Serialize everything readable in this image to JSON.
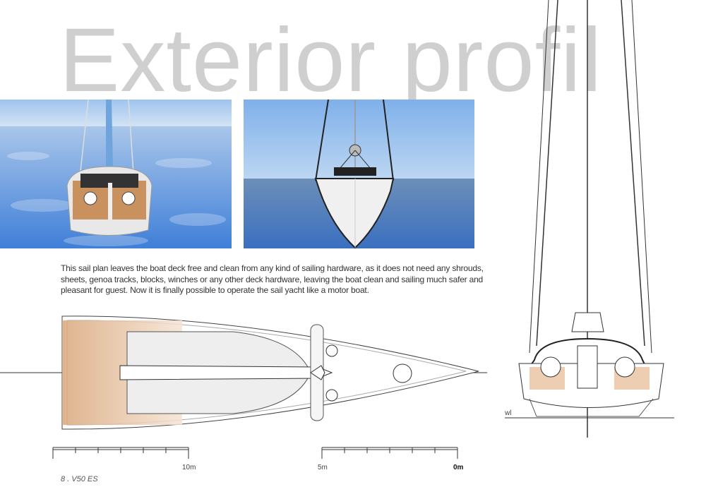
{
  "page": {
    "title": "Exterior profil",
    "description": "This sail plan leaves the boat deck free and clean from any kind of sailing hardware, as it does not need any shrouds, sheets, genoa tracks, blocks, winches or any other deck hardware, leaving the boat clean and sailing much safer and pleasant for guest. Now it is finally possible to operate the sail yacht like a motor boat.",
    "footer": "8 . V50 ES"
  },
  "drawings": {
    "waterline_label": "wl",
    "scale_left_label": "10m",
    "scale_right_start_label": "5m",
    "scale_right_end_label": "0m"
  },
  "colors": {
    "title": "#cfcfcf",
    "sky": "#a9c9ef",
    "sea": "#5b8fd6",
    "deck_wood": "#d9a77a"
  }
}
